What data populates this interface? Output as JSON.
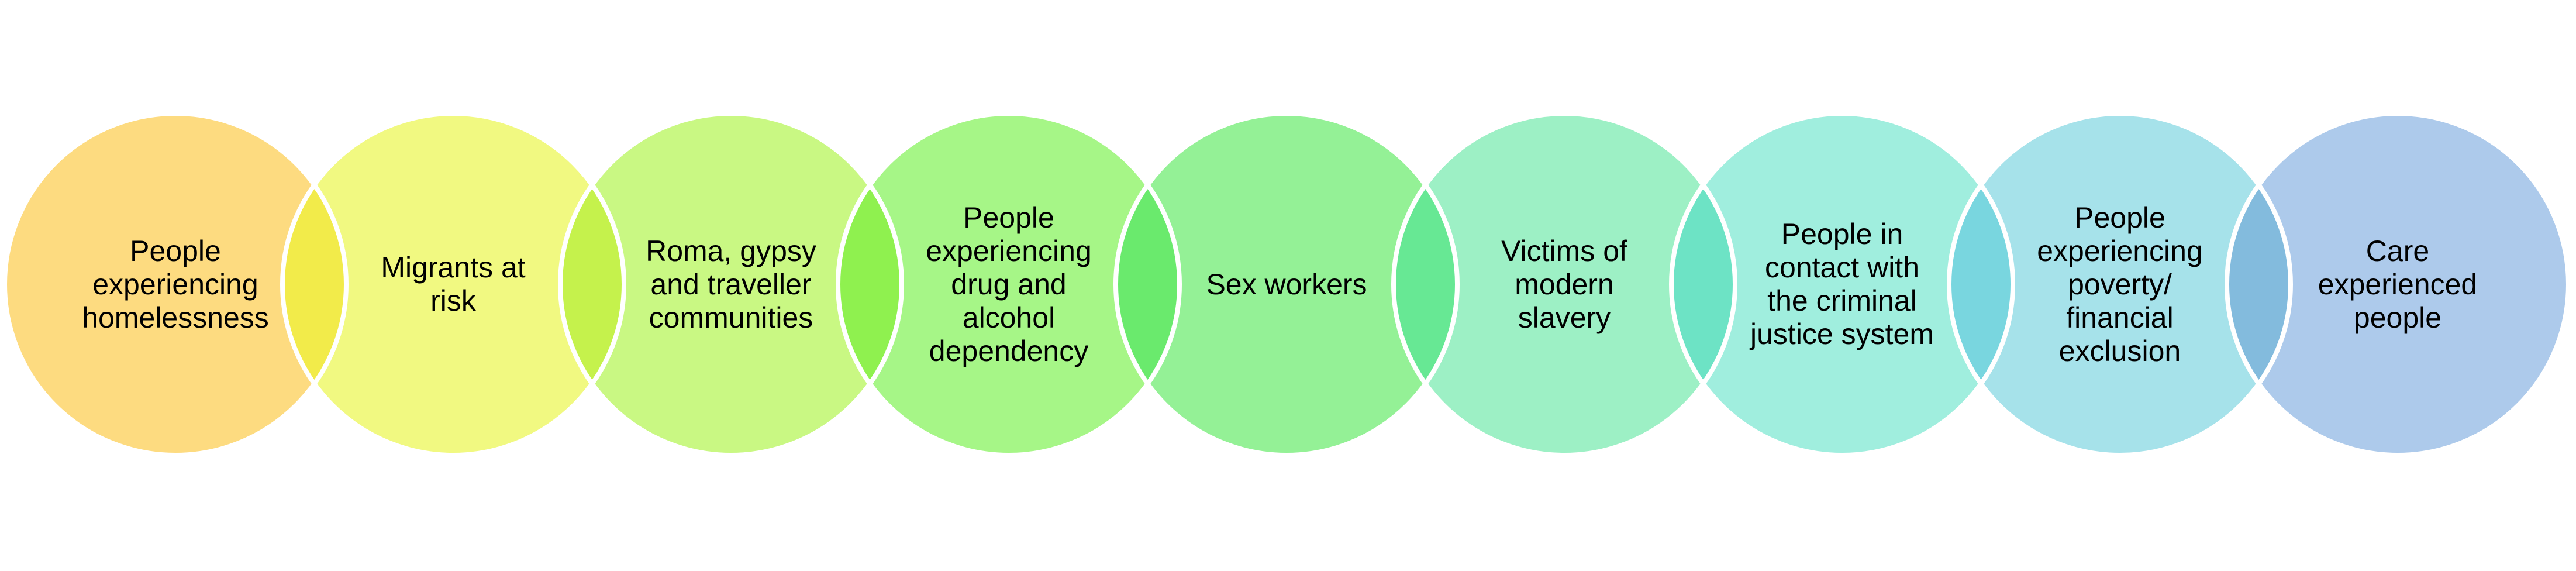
{
  "diagram": {
    "items": [
      {
        "label": "People\nexperiencing\nhomelessness",
        "color": "#FDDB80"
      },
      {
        "label": "Migrants at\nrisk",
        "color": "#F1F981"
      },
      {
        "label": "Roma, gypsy\nand traveller\ncommunities",
        "color": "#C9F883"
      },
      {
        "label": "People\nexperiencing\ndrug and\nalcohol\ndependency",
        "color": "#A6F687"
      },
      {
        "label": "Sex workers",
        "color": "#94F196"
      },
      {
        "label": "Victims of\nmodern\nslavery",
        "color": "#9DF0C5"
      },
      {
        "label": "People in\ncontact with\nthe criminal\njustice system",
        "color": "#A0EEDE"
      },
      {
        "label": "People\nexperiencing\npoverty/\nfinancial\nexclusion",
        "color": "#A6E2EA"
      },
      {
        "label": "Care\nexperienced\npeople",
        "color": "#ADCAEB"
      }
    ],
    "overlap_colors": [
      "#F2EB4A",
      "#C5F24C",
      "#8FF14F",
      "#6AEA6D",
      "#67E894",
      "#6DE3C5",
      "#79D6DF",
      "#83BBDD"
    ],
    "border_color": "#FFFFFF"
  }
}
